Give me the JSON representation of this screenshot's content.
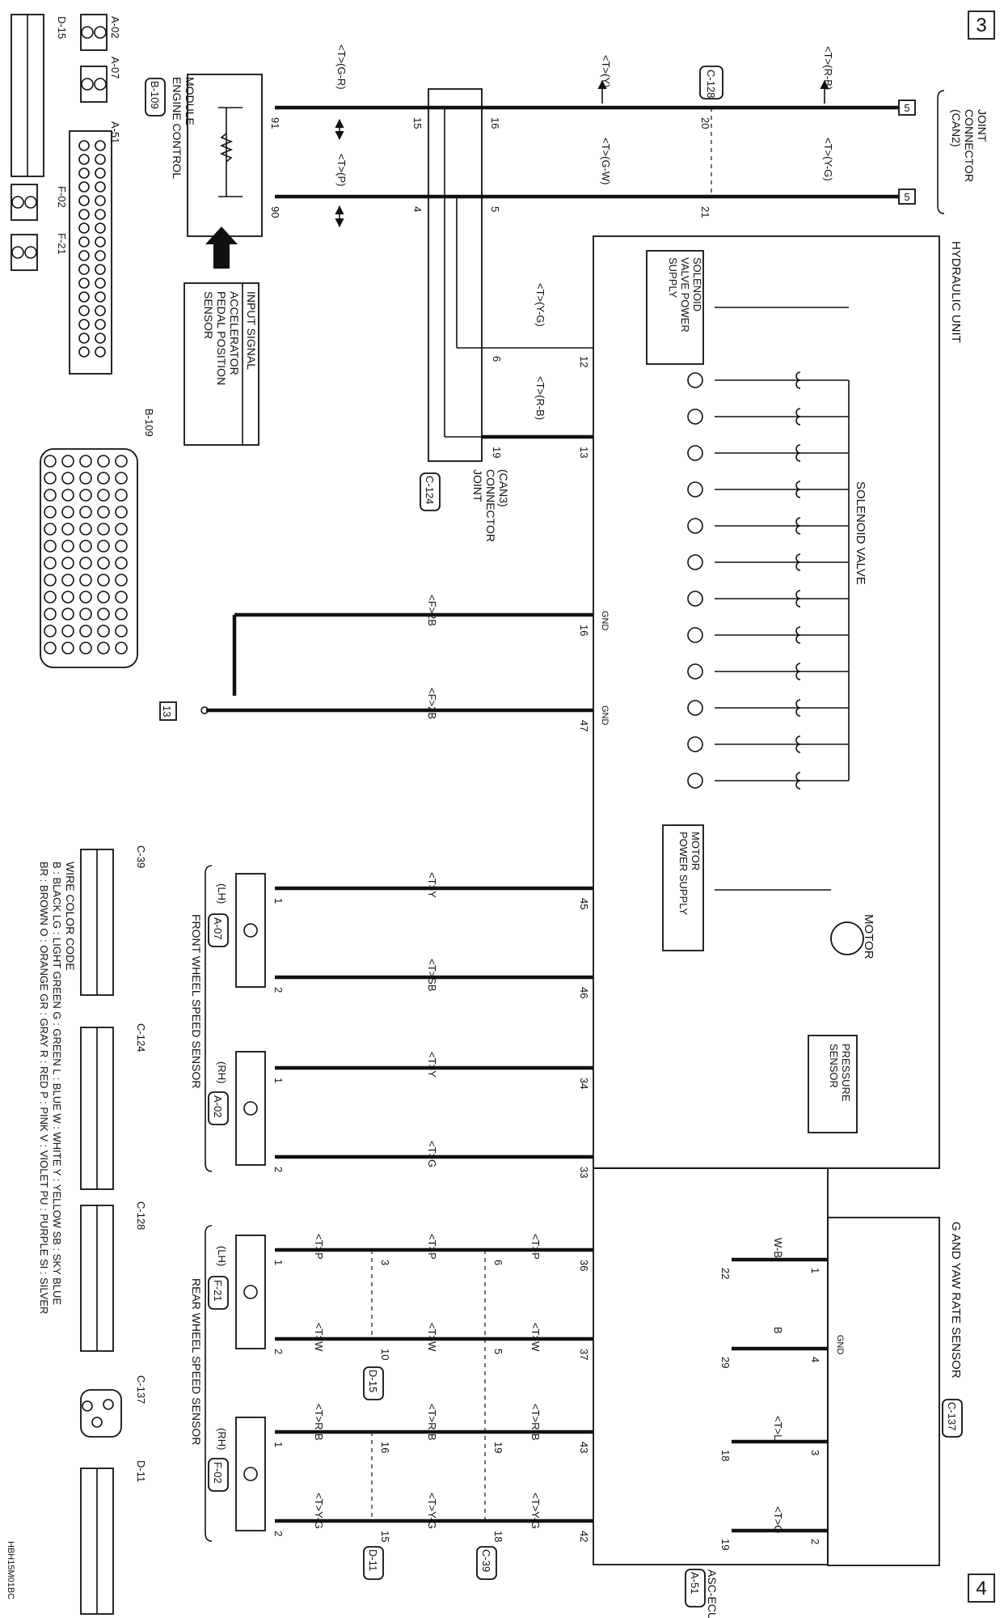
{
  "page": {
    "page_left": "3",
    "page_right": "4",
    "ref_code": "HBH15M01BC"
  },
  "blocks": {
    "joint_can2": [
      "JOINT",
      "CONNECTOR",
      "(CAN2)"
    ],
    "joint_can3": [
      "JOINT",
      "CONNECTOR",
      "(CAN3)"
    ],
    "hydraulic_unit": "HYDRAULIC UNIT",
    "solenoid_valve": "SOLENOID VALVE",
    "solenoid_supply": [
      "SOLENOID",
      "VALVE POWER",
      "SUPPLY"
    ],
    "motor": "MOTOR",
    "motor_power": [
      "MOTOR",
      "POWER SUPPLY"
    ],
    "pressure_sensor": [
      "PRESSURE",
      "SENSOR"
    ],
    "g_yaw": "G AND YAW RATE SENSOR",
    "ecm": [
      "ENGINE CONTROL",
      "MODULE"
    ],
    "input_signal": "INPUT SIGNAL",
    "accel_sensor": [
      "ACCELERATOR",
      "PEDAL POSITION",
      "SENSOR"
    ],
    "asc_ecu": "ASC-ECU",
    "front_wss": "FRONT WHEEL SPEED SENSOR",
    "rear_wss": "REAR WHEEL SPEED SENSOR",
    "lh": "(LH)",
    "rh": "(RH)",
    "gnd": "GND"
  },
  "connectors": {
    "c128": "C-128",
    "c124": "C-124",
    "b109": "B-109",
    "c137": "C-137",
    "a51": "A-51",
    "a07": "A-07",
    "a02": "A-02",
    "f21": "F-21",
    "f02": "F-02",
    "d15": "D-15",
    "d11": "D-11",
    "c39": "C-39",
    "ground": "13",
    "can_marker": "5"
  },
  "wires": {
    "can_r_b": "<T>(R-B)",
    "can_y_g": "<T>(Y-G)",
    "can_y": "<T>(Y)",
    "can_g_w": "<T>(G-W)",
    "ecm_g_r": "<T>(G-R)",
    "ecm_p": "<T>(P)",
    "hu_y_g": "<T>(Y-G)",
    "hu_r_b": "<T>(R-B)",
    "gnd_2b": "<F>2B",
    "f_y": "<T>Y",
    "f_sb": "<T>SB",
    "f_g": "<T>G",
    "r_p": "<T>P",
    "r_w": "<T>W",
    "r_rb": "<T>R-B",
    "r_yg": "<T>Y-G",
    "g_wb": "W-B",
    "g_b": "B",
    "g_l": "<T>L",
    "g_o": "<T>O"
  },
  "pins": {
    "p20": "20",
    "p21": "21",
    "p16": "16",
    "p5": "5",
    "p15": "15",
    "p4": "4",
    "p91": "91",
    "p90": "90",
    "p12": "12",
    "p13": "13",
    "p6": "6",
    "p19": "19",
    "g16": "16",
    "g47": "47",
    "p45": "45",
    "p46": "46",
    "p34": "34",
    "p33": "33",
    "s1": "1",
    "s2": "2",
    "p36": "36",
    "p37": "37",
    "p43": "43",
    "p42": "42",
    "d3": "3",
    "d10": "10",
    "d16": "16",
    "d15": "15",
    "c6": "6",
    "c5": "5",
    "c19": "19",
    "c18": "18",
    "y22": "22",
    "y29": "29",
    "y18": "18",
    "y19": "19",
    "s1g": "1",
    "s4g": "4",
    "s3g": "3",
    "s2g": "2"
  },
  "legend": {
    "title": "WIRE COLOR CODE",
    "rows": [
      "B : BLACK    LG : LIGHT GREEN    G : GREEN    L : BLUE    W : WHITE    Y : YELLOW    SB : SKY BLUE",
      "BR : BROWN    O : ORANGE    GR : GRAY    R : RED    P : PINK    V : VIOLET    PU : PURPLE    SI : SILVER"
    ]
  }
}
